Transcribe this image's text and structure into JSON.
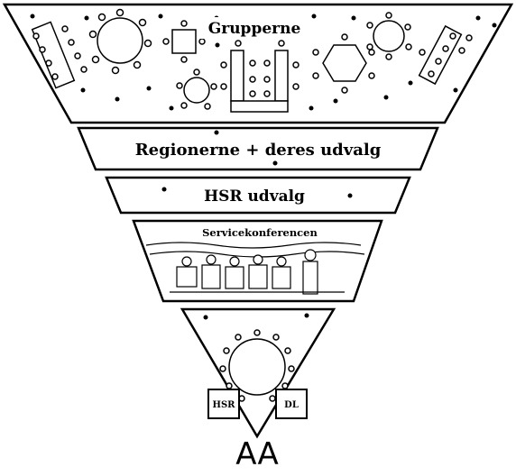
{
  "levels": {
    "groups": "Grupperne",
    "regions": "Regionerne + deres udvalg",
    "hsr_committees": "HSR udvalg",
    "service_conference": "Servicekonferencen",
    "board": {
      "hsr": "HSR",
      "dl": "DL"
    },
    "foundation": "AA"
  },
  "colors": {
    "ink": "#000000",
    "paper": "#ffffff"
  }
}
